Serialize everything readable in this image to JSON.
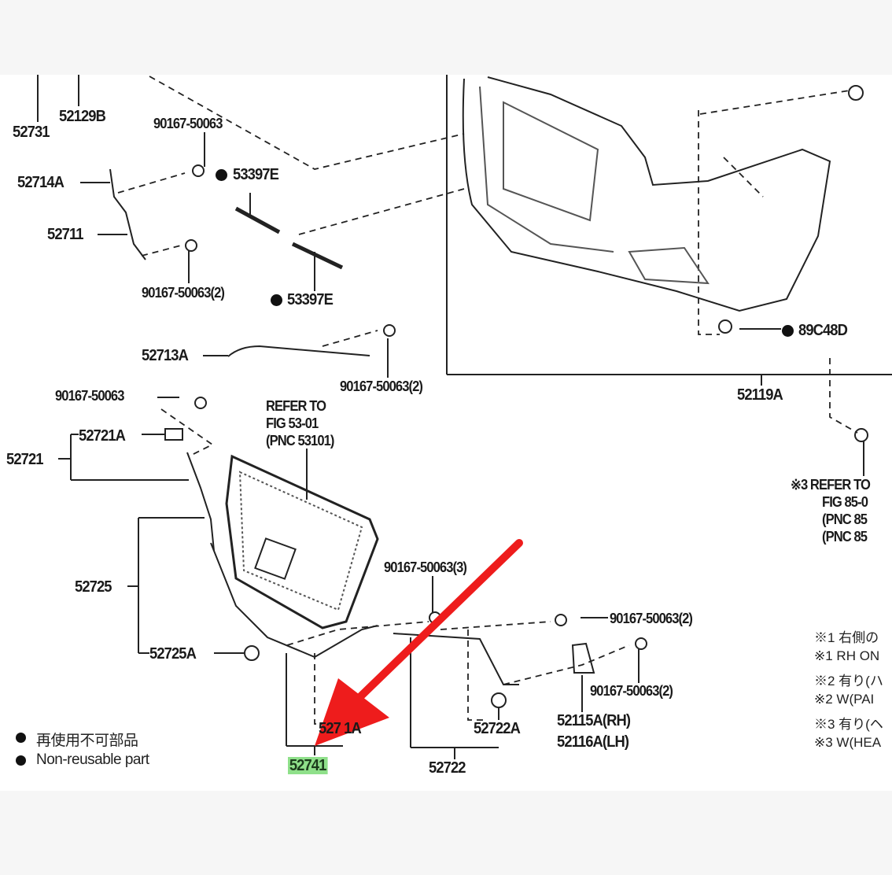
{
  "diagram": {
    "labels": {
      "p52731": "52731",
      "p52129b": "52129B",
      "bolt_top": "90167-50063",
      "p53397e_1": "53397E",
      "p52714a": "52714A",
      "p52711": "52711",
      "bolt_2_a": "90167-50063(2)",
      "p53397e_2": "53397E",
      "p52713a": "52713A",
      "bolt_2_b": "90167-50063(2)",
      "p89c48d": "89C48D",
      "p52119a": "52119A",
      "bolt_mid": "90167-50063",
      "refer_grille": [
        "REFER TO",
        "FIG 53-01",
        "(PNC 53101)"
      ],
      "p52721a": "52721A",
      "p52721": "52721",
      "refer_right": [
        "※3 REFER TO",
        "FIG 85-0",
        "(PNC 85",
        "(PNC 85"
      ],
      "p52725": "52725",
      "bolt_3": "90167-50063(3)",
      "bolt_2_c": "90167-50063(2)",
      "p52725a": "52725A",
      "bolt_2_d": "90167-50063(2)",
      "p52115a": "52115A(RH)",
      "p52116a": "52116A(LH)",
      "p52722a": "52722A",
      "p52741a_partial": "527 1A",
      "p52741": "52741",
      "p52722": "52722"
    },
    "legend": {
      "jp": "再使用不可部品",
      "en": "Non-reusable part"
    },
    "notes": [
      "※1 右側の",
      "※1 RH ON",
      "※2 有り(ハ",
      "※2 W(PAI",
      "※3 有り(ヘ",
      "※3 W(HEA"
    ],
    "colors": {
      "highlight": "#8fe08a",
      "arrow": "#ee1c1c",
      "ink": "#1a1a1a"
    }
  }
}
